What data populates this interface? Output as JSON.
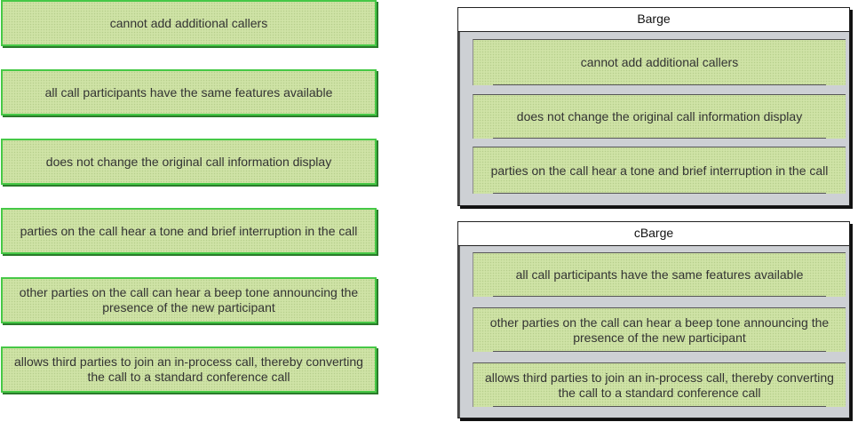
{
  "source_items": [
    {
      "label": "cannot add additional callers"
    },
    {
      "label": "all call participants have the same features available"
    },
    {
      "label": "does not change the original call information display"
    },
    {
      "label": "parties on the call hear a tone and brief interruption in the call"
    },
    {
      "label": "other parties on the call can hear a beep tone announcing the presence of the new participant"
    },
    {
      "label": "allows third parties to join an in-process call, thereby converting the call to a standard conference call"
    }
  ],
  "targets": [
    {
      "title": "Barge",
      "items": [
        {
          "label": "cannot add additional callers"
        },
        {
          "label": "does not change the original call information display"
        },
        {
          "label": "parties on the call hear a tone and brief interruption in the call"
        }
      ]
    },
    {
      "title": "cBarge",
      "items": [
        {
          "label": "all call participants have the same features available"
        },
        {
          "label": "other parties on the call can hear a beep tone announcing the presence of the new participant"
        },
        {
          "label": "allows third parties to join an in-process call, thereby converting the call to a standard conference call"
        }
      ]
    }
  ],
  "colors": {
    "tile_fill": "#cfe3a6",
    "source_border": "#46c846",
    "target_background": "#cdd0d4"
  }
}
